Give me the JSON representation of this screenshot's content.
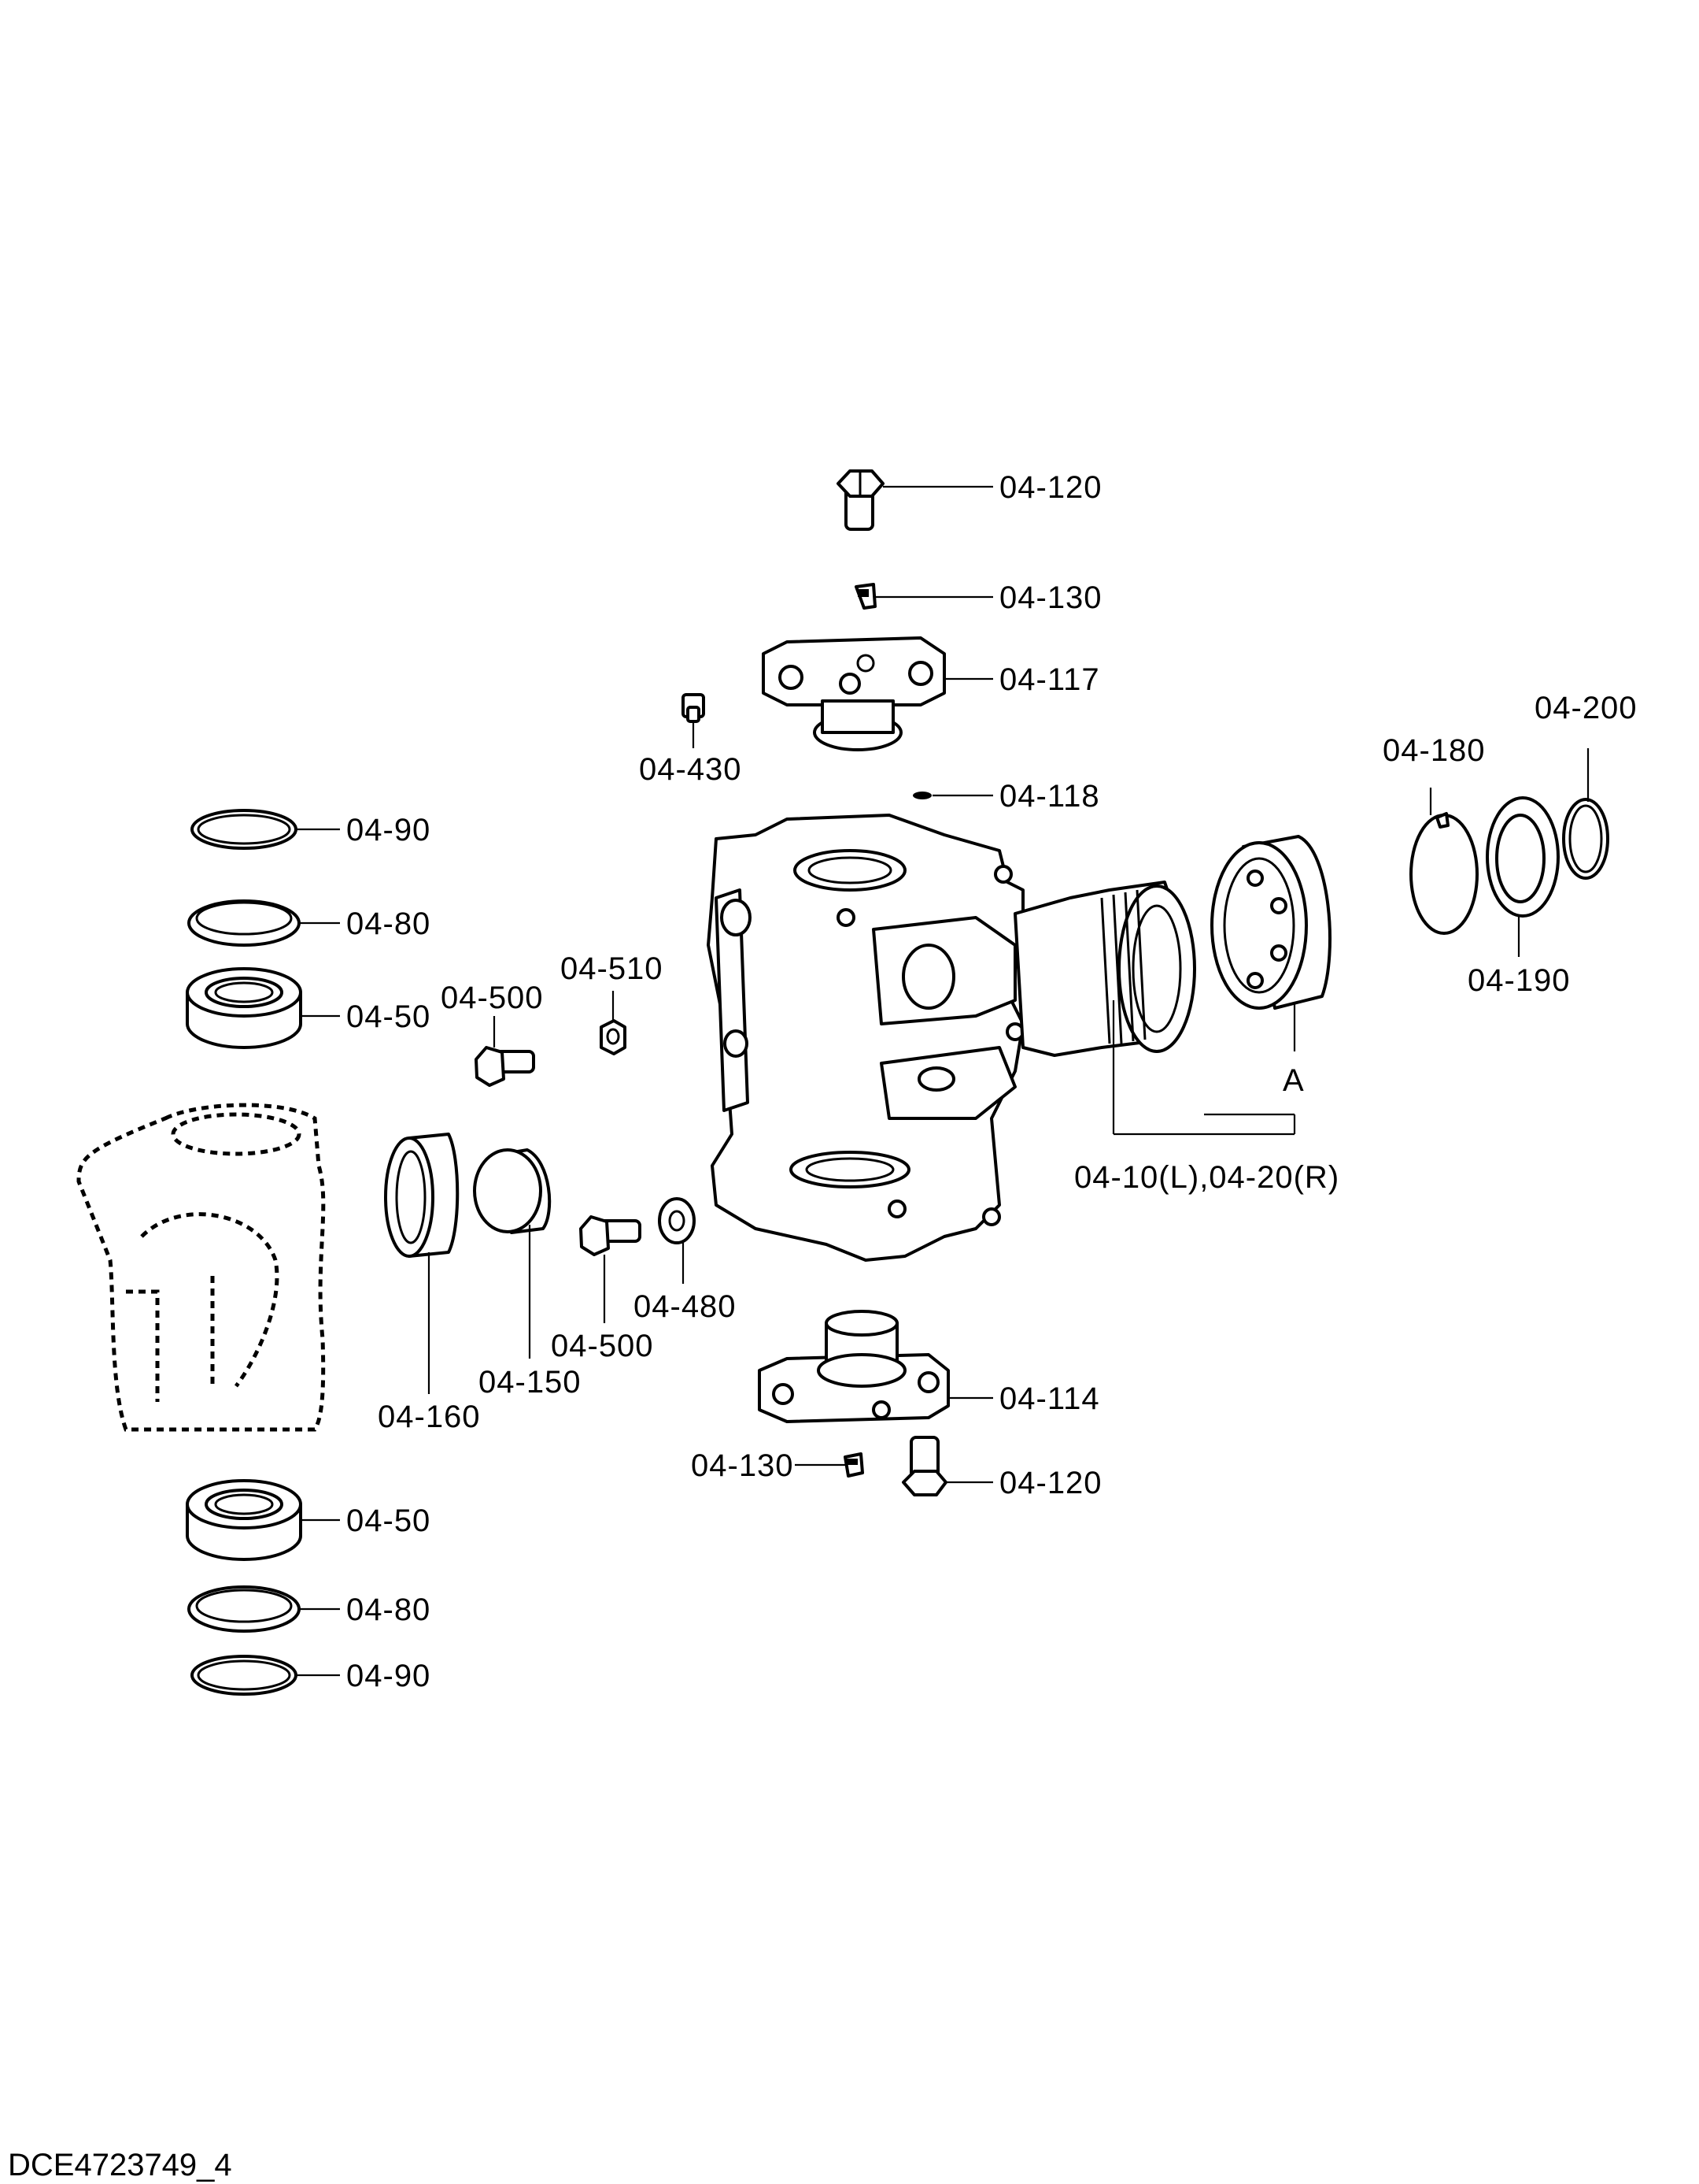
{
  "figure": {
    "document_id": "DCE4723749_4",
    "reference_letter": "A",
    "callouts": {
      "bolt_top": "04-120",
      "grease_nipple_top": "04-130",
      "upper_king_pin_cap": "04-117",
      "shim": "04-118",
      "breather": "04-430",
      "o_ring_top": "04-90",
      "seal_ring_top": "04-80",
      "bearing_top": "04-50",
      "bolt_mid_upper": "04-500",
      "nut": "04-510",
      "steering_knuckle": "04-10(L),04-20(R)",
      "thrust_washer": "04-180",
      "snap_ring": "04-200",
      "spacer_ring": "04-190",
      "shaft_seal": "04-160",
      "bushing": "04-150",
      "bolt_mid_lower": "04-500",
      "washer": "04-480",
      "lower_king_pin_cap": "04-114",
      "grease_nipple_bottom": "04-130",
      "bolt_bottom": "04-120",
      "bearing_bottom": "04-50",
      "seal_ring_bottom": "04-80",
      "o_ring_bottom": "04-90"
    }
  }
}
